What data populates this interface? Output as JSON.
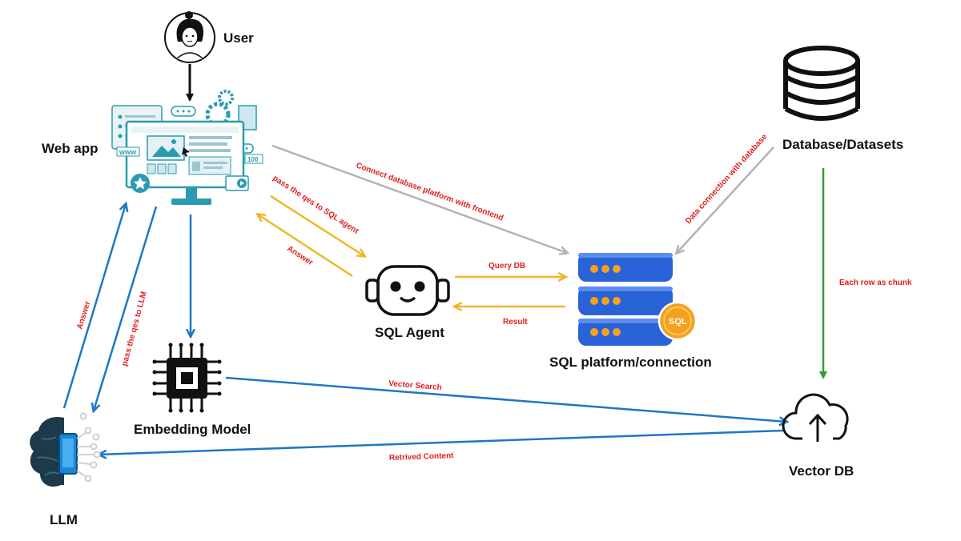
{
  "nodes": {
    "user": "User",
    "web_app": "Web app",
    "database": "Database/Datasets",
    "sql_agent": "SQL Agent",
    "sql_platform": "SQL platform/connection",
    "embedding_model": "Embedding Model",
    "vector_db": "Vector DB",
    "llm": "LLM"
  },
  "badges": {
    "sql": "SQL",
    "www": "www",
    "hundred": "100"
  },
  "edges": {
    "connect_db": "Connect database platform with frontend",
    "data_connection": "Data connection with database",
    "pass_sql_agent": "pass the qes to SQL agent",
    "answer_agent": "Answer",
    "query_db": "Query DB",
    "result": "Result",
    "each_row": "Each row as chunk",
    "vector_search": "Vector Search",
    "retrived": "Retrived Content",
    "answer_llm": "Answer",
    "pass_llm": "pass the qes to LLM"
  },
  "colors": {
    "black": "#111111",
    "gray": "#b3b3b3",
    "orange": "#f0b62a",
    "blue": "#1f77c4",
    "green": "#2e9e3a",
    "red_text": "#e02020",
    "teal": "#2a9bb0",
    "server_blue": "#2a62d8",
    "sql_gold": "#f4a21e"
  }
}
